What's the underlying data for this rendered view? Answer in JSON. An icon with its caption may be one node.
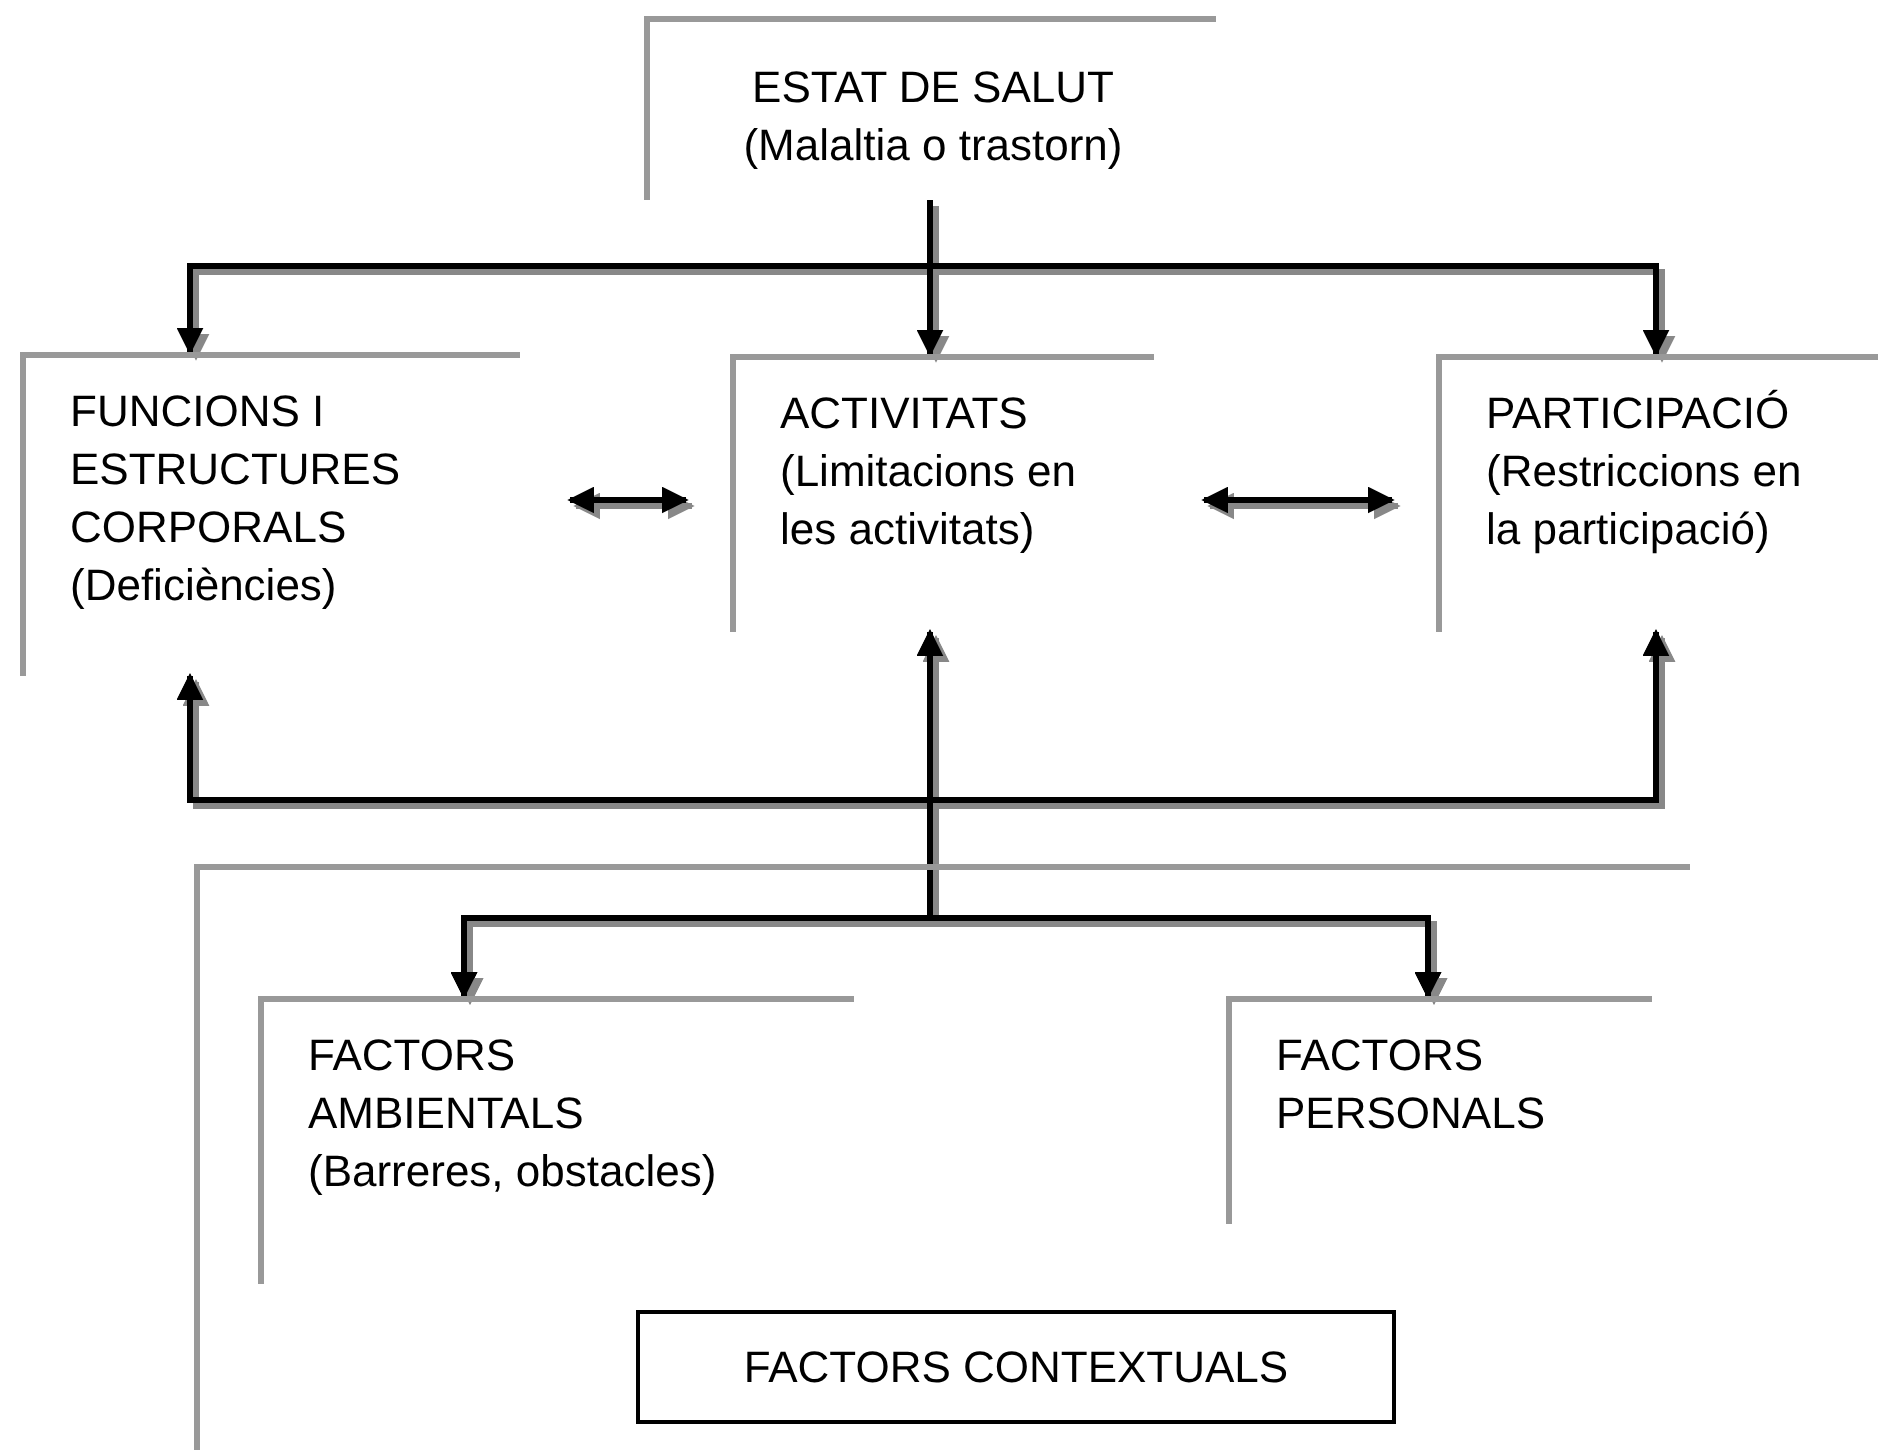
{
  "diagram": {
    "nodes": [
      {
        "text": [
          "ESTAT DE SALUT",
          "(Malaltia o trastorn)"
        ]
      },
      {
        "text": [
          "FUNCIONS I ESTRUCTURES CORPORALS",
          "(Deficiències)"
        ]
      },
      {
        "text": [
          "ACTIVITATS",
          "(Limitacions en les activitats)"
        ]
      },
      {
        "text": [
          "PARTICIPACIÓ",
          "(Restriccions en la participació)"
        ]
      },
      {
        "text": [],
        "shape": "box"
      },
      {
        "text": [
          "FACTORS AMBIENTALS",
          "(Barreres, obstacles)"
        ],
        "in": 4
      },
      {
        "text": [
          "FACTORS PERSONALS"
        ],
        "in": 4
      },
      {
        "text": [
          "FACTORS CONTEXTUALS"
        ],
        "in": 4
      }
    ],
    "edges": [
      {
        "from": 0,
        "to": 1,
        "arrow": "to"
      },
      {
        "from": 0,
        "to": 2,
        "arrow": "to"
      },
      {
        "from": 0,
        "to": 3,
        "arrow": "to"
      },
      {
        "from": 1,
        "to": 2,
        "arrow": "both"
      },
      {
        "from": 2,
        "to": 3,
        "arrow": "both"
      },
      {
        "from": 5,
        "to": 1,
        "arrow": "both"
      },
      {
        "from": 5,
        "to": 2,
        "arrow": "both"
      },
      {
        "from": 5,
        "to": 3,
        "arrow": "both"
      },
      {
        "from": 6,
        "to": 1,
        "arrow": "both"
      },
      {
        "from": 6,
        "to": 2,
        "arrow": "both"
      },
      {
        "from": 6,
        "to": 3,
        "arrow": "both"
      }
    ]
  }
}
